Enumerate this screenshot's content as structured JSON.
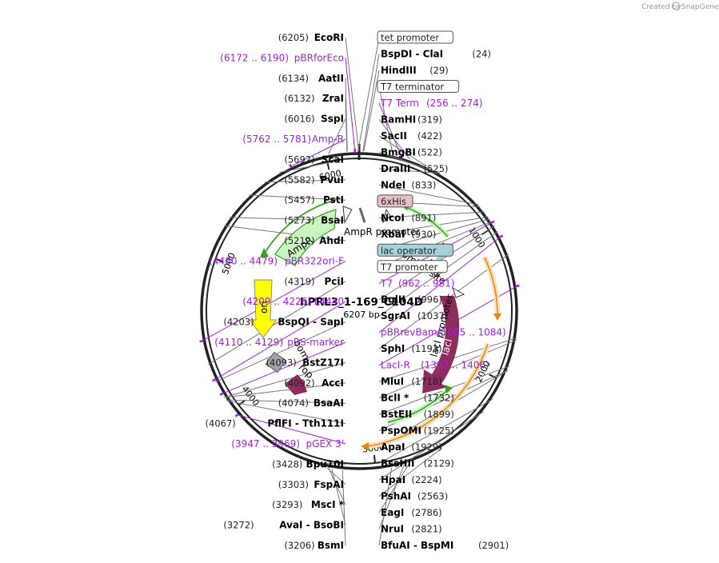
{
  "watermark": {
    "prefix": "Created by",
    "brand": "SnapGene"
  },
  "plasmid": {
    "name": "hPRL3_1-169_C104D",
    "length_label": "6207 bp",
    "length": 6207
  },
  "ticks": [
    "1000",
    "2000",
    "3000",
    "4000",
    "5000",
    "6000"
  ],
  "colors": {
    "green": "#c8f5c0",
    "green_stroke": "#3aa020",
    "orange": "#fbe0bc",
    "orange_stroke": "#e08a10",
    "lacI": "#8e2c5e",
    "ori": "#ffff00",
    "rop": "#8e2c5e",
    "primer": "#a020e0",
    "boxed_pink": "#e8c0c8",
    "boxed_blue": "#a8d0d8"
  },
  "features": [
    {
      "id": "ampr",
      "label": "AmpR"
    },
    {
      "id": "ampr-promoter",
      "label": "AmpR promoter"
    },
    {
      "id": "rbs",
      "label": "RBS"
    },
    {
      "id": "thrombin",
      "label": "thrombin site"
    },
    {
      "id": "laci-promoter",
      "label": "lacI promoter"
    },
    {
      "id": "laci",
      "label": "lacI"
    },
    {
      "id": "ori",
      "label": "ori"
    },
    {
      "id": "bom",
      "label": "bom"
    },
    {
      "id": "rop",
      "label": "rop"
    }
  ],
  "labels": [
    {
      "name": "EcoRI",
      "pos": "(6205)",
      "side": "left",
      "kind": "enzyme",
      "site": 6205
    },
    {
      "name": "pBRforEco",
      "pos": "(6172 .. 6190)",
      "side": "left",
      "kind": "primer",
      "site": 6181
    },
    {
      "name": "AatII",
      "pos": "(6134)",
      "side": "left",
      "kind": "enzyme",
      "site": 6134
    },
    {
      "name": "ZraI",
      "pos": "(6132)",
      "side": "left",
      "kind": "enzyme",
      "site": 6132
    },
    {
      "name": "SspI",
      "pos": "(6016)",
      "side": "left",
      "kind": "enzyme",
      "site": 6016
    },
    {
      "name": "Amp-R",
      "pos": "(5762 .. 5781)",
      "side": "left",
      "kind": "primer",
      "site": 5771
    },
    {
      "name": "ScaI",
      "pos": "(5692)",
      "side": "left",
      "kind": "enzyme",
      "site": 5692
    },
    {
      "name": "PvuI",
      "pos": "(5582)",
      "side": "left",
      "kind": "enzyme",
      "site": 5582
    },
    {
      "name": "PstI",
      "pos": "(5457)",
      "side": "left",
      "kind": "enzyme",
      "site": 5457
    },
    {
      "name": "BsaI",
      "pos": "(5273)",
      "side": "left",
      "kind": "enzyme",
      "site": 5273
    },
    {
      "name": "AhdI",
      "pos": "(5212)",
      "side": "left",
      "kind": "enzyme",
      "site": 5212
    },
    {
      "name": "pBR322ori-F",
      "pos": "(4460 .. 4479)",
      "side": "left",
      "kind": "primer",
      "site": 4469
    },
    {
      "name": "PciI",
      "pos": "(4319)",
      "side": "left",
      "kind": "enzyme",
      "site": 4319
    },
    {
      "name": "L4440",
      "pos": "(4209 .. 4226)",
      "side": "left",
      "kind": "primer",
      "site": 4217
    },
    {
      "name": "BspQI  -  SapI",
      "pos": "(4203)",
      "side": "left",
      "kind": "enzyme",
      "site": 4203
    },
    {
      "name": "pRS-marker",
      "pos": "(4110 .. 4129)",
      "side": "left",
      "kind": "primer",
      "site": 4119
    },
    {
      "name": "BstZ17I",
      "pos": "(4093)",
      "side": "left",
      "kind": "enzyme",
      "site": 4093
    },
    {
      "name": "AccI",
      "pos": "(4092)",
      "side": "left",
      "kind": "enzyme",
      "site": 4092
    },
    {
      "name": "BsaAI",
      "pos": "(4074)",
      "side": "left",
      "kind": "enzyme",
      "site": 4074
    },
    {
      "name": "PflFI  -  Tth111I",
      "pos": "(4067)",
      "side": "left",
      "kind": "enzyme",
      "site": 4067
    },
    {
      "name": "pGEX 3'",
      "pos": "(3947 .. 3969)",
      "side": "left",
      "kind": "primer",
      "site": 3958
    },
    {
      "name": "Bpu10I",
      "pos": "(3428)",
      "side": "left",
      "kind": "enzyme",
      "site": 3428
    },
    {
      "name": "FspAI",
      "pos": "(3303)",
      "side": "left",
      "kind": "enzyme",
      "site": 3303
    },
    {
      "name": "MscI *",
      "pos": "(3293)",
      "side": "left",
      "kind": "enzyme",
      "site": 3293
    },
    {
      "name": "AvaI  -  BsoBI",
      "pos": "(3272)",
      "side": "left",
      "kind": "enzyme",
      "site": 3272
    },
    {
      "name": "BsmI",
      "pos": "(3206)",
      "side": "left",
      "kind": "enzyme",
      "site": 3206
    },
    {
      "name": "tet promoter",
      "pos": "",
      "side": "right",
      "kind": "box",
      "site": 6200
    },
    {
      "name": "BspDI  -  ClaI",
      "pos": "(24)",
      "side": "right",
      "kind": "enzyme",
      "site": 24
    },
    {
      "name": "HindIII",
      "pos": "(29)",
      "side": "right",
      "kind": "enzyme",
      "site": 29
    },
    {
      "name": "T7 terminator",
      "pos": "",
      "side": "right",
      "kind": "box",
      "site": 210
    },
    {
      "name": "T7 Term",
      "pos": "(256 .. 274)",
      "side": "right",
      "kind": "primer",
      "site": 265
    },
    {
      "name": "BamHI",
      "pos": "(319)",
      "side": "right",
      "kind": "enzyme",
      "site": 319
    },
    {
      "name": "SacII",
      "pos": "(422)",
      "side": "right",
      "kind": "enzyme",
      "site": 422
    },
    {
      "name": "BmgBI",
      "pos": "(522)",
      "side": "right",
      "kind": "enzyme",
      "site": 522
    },
    {
      "name": "DraIII",
      "pos": "(525)",
      "side": "right",
      "kind": "enzyme",
      "site": 525
    },
    {
      "name": "NdeI",
      "pos": "(833)",
      "side": "right",
      "kind": "enzyme",
      "site": 833
    },
    {
      "name": "6xHis",
      "pos": "",
      "side": "right",
      "kind": "box-pink",
      "site": 850
    },
    {
      "name": "NcoI",
      "pos": "(891)",
      "side": "right",
      "kind": "enzyme",
      "site": 891
    },
    {
      "name": "XbaI",
      "pos": "(930)",
      "side": "right",
      "kind": "enzyme",
      "site": 930
    },
    {
      "name": "lac operator",
      "pos": "",
      "side": "right",
      "kind": "box-blue",
      "site": 945
    },
    {
      "name": "T7 promoter",
      "pos": "",
      "side": "right",
      "kind": "box",
      "site": 965
    },
    {
      "name": "T7",
      "pos": "(962 .. 981)",
      "side": "right",
      "kind": "primer",
      "site": 971
    },
    {
      "name": "BglII",
      "pos": "(996)",
      "side": "right",
      "kind": "enzyme",
      "site": 996
    },
    {
      "name": "SgrAI",
      "pos": "(1037)",
      "side": "right",
      "kind": "enzyme",
      "site": 1037
    },
    {
      "name": "pBRrevBam",
      "pos": "(1065 .. 1084)",
      "side": "right",
      "kind": "primer",
      "site": 1074
    },
    {
      "name": "SphI",
      "pos": "(1193)",
      "side": "right",
      "kind": "enzyme",
      "site": 1193
    },
    {
      "name": "LacI-R",
      "pos": "(1387 .. 1406)",
      "side": "right",
      "kind": "primer",
      "site": 1396
    },
    {
      "name": "MluI",
      "pos": "(1718)",
      "side": "right",
      "kind": "enzyme",
      "site": 1718
    },
    {
      "name": "BclI *",
      "pos": "(1732)",
      "side": "right",
      "kind": "enzyme",
      "site": 1732
    },
    {
      "name": "BstEII",
      "pos": "(1899)",
      "side": "right",
      "kind": "enzyme",
      "site": 1899
    },
    {
      "name": "PspOMI",
      "pos": "(1925)",
      "side": "right",
      "kind": "enzyme",
      "site": 1925
    },
    {
      "name": "ApaI",
      "pos": "(1929)",
      "side": "right",
      "kind": "enzyme",
      "site": 1929
    },
    {
      "name": "BssHII",
      "pos": "(2129)",
      "side": "right",
      "kind": "enzyme",
      "site": 2129
    },
    {
      "name": "HpaI",
      "pos": "(2224)",
      "side": "right",
      "kind": "enzyme",
      "site": 2224
    },
    {
      "name": "PshAI",
      "pos": "(2563)",
      "side": "right",
      "kind": "enzyme",
      "site": 2563
    },
    {
      "name": "EagI",
      "pos": "(2786)",
      "side": "right",
      "kind": "enzyme",
      "site": 2786
    },
    {
      "name": "NruI",
      "pos": "(2821)",
      "side": "right",
      "kind": "enzyme",
      "site": 2821
    },
    {
      "name": "BfuAI  -  BspMI",
      "pos": "(2901)",
      "side": "right",
      "kind": "enzyme",
      "site": 2901
    }
  ]
}
